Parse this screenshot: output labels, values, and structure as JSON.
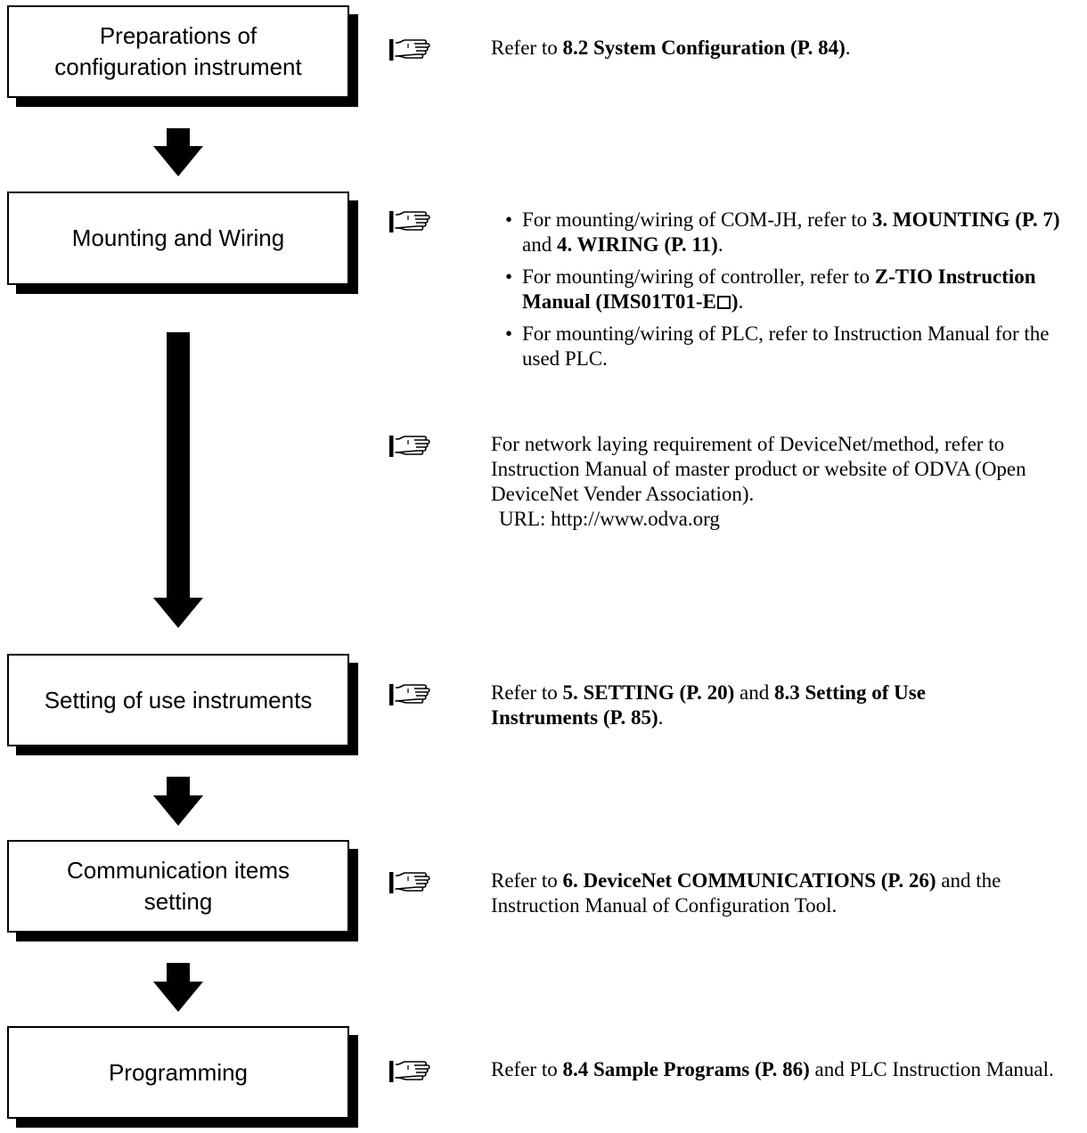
{
  "steps": [
    {
      "label": "Preparations of\nconfiguration instrument"
    },
    {
      "label": "Mounting and Wiring"
    },
    {
      "label": "Setting of use instruments"
    },
    {
      "label": "Communication items\nsetting"
    },
    {
      "label": "Programming"
    }
  ],
  "notes": {
    "prep": {
      "t1": "Refer to ",
      "b1": "8.2 System Configuration (P. 84)",
      "t2": "."
    },
    "mount_bullets": [
      {
        "t1": "For mounting/wiring of COM-JH, refer to ",
        "b1": "3. MOUNTING (P. 7)",
        "t2": " and ",
        "b2": "4. WIRING (P. 11)",
        "t3": "."
      },
      {
        "t1": "For mounting/wiring of controller, refer to ",
        "b1": "Z-TIO Instruction Manual (IMS01T01-E",
        "b2": ")",
        "t2": "."
      },
      {
        "t1": "For mounting/wiring of PLC, refer to Instruction Manual for the used PLC."
      }
    ],
    "network": {
      "text": "For network laying requirement of DeviceNet/method, refer to Instruction Manual of master product or website of ODVA (Open DeviceNet Vender Association).",
      "url": "URL: http://www.odva.org"
    },
    "setting": {
      "t1": "Refer to ",
      "b1": "5. SETTING (P. 20)",
      "t2": " and ",
      "b2": "8.3 Setting of Use Instruments (P. 85)",
      "t3": "."
    },
    "comm": {
      "t1": "Refer to ",
      "b1": "6. DeviceNet COMMUNICATIONS (P. 26)",
      "t2": " and the Instruction Manual of Configuration Tool."
    },
    "prog": {
      "t1": "Refer to ",
      "b1": "8.4 Sample Programs (P. 86)",
      "t2": " and PLC Instruction Manual."
    }
  }
}
